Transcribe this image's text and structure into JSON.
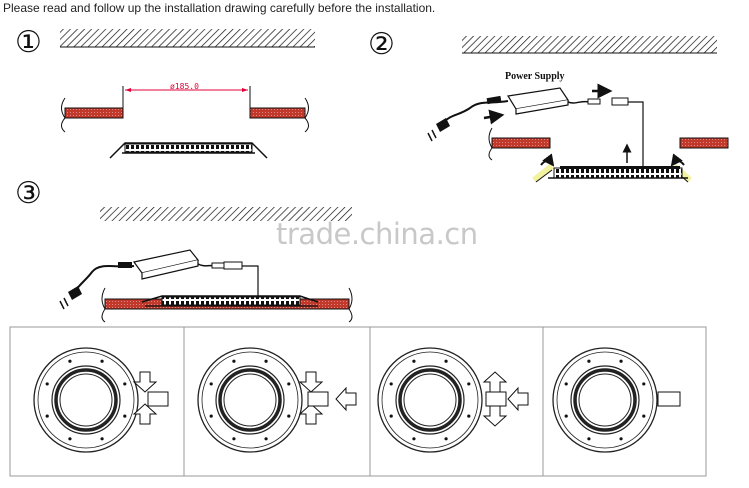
{
  "instruction": "Please read and follow up the installation drawing carefully before the installation.",
  "steps": [
    "①",
    "②",
    "③"
  ],
  "diagram1": {
    "cutout_label": "ø185.0"
  },
  "diagram2": {
    "power_supply_label": "Power Supply"
  },
  "watermark": "trade.china.cn",
  "colors": {
    "ceiling_board": "#c0392b",
    "clip_highlight": "#f2f2a0",
    "line": "#111111"
  },
  "icons": [
    "hatch-ceiling",
    "power-supply-box",
    "plug",
    "connector",
    "spring-clip",
    "arrow-up",
    "arrow-down",
    "arrow-left"
  ]
}
